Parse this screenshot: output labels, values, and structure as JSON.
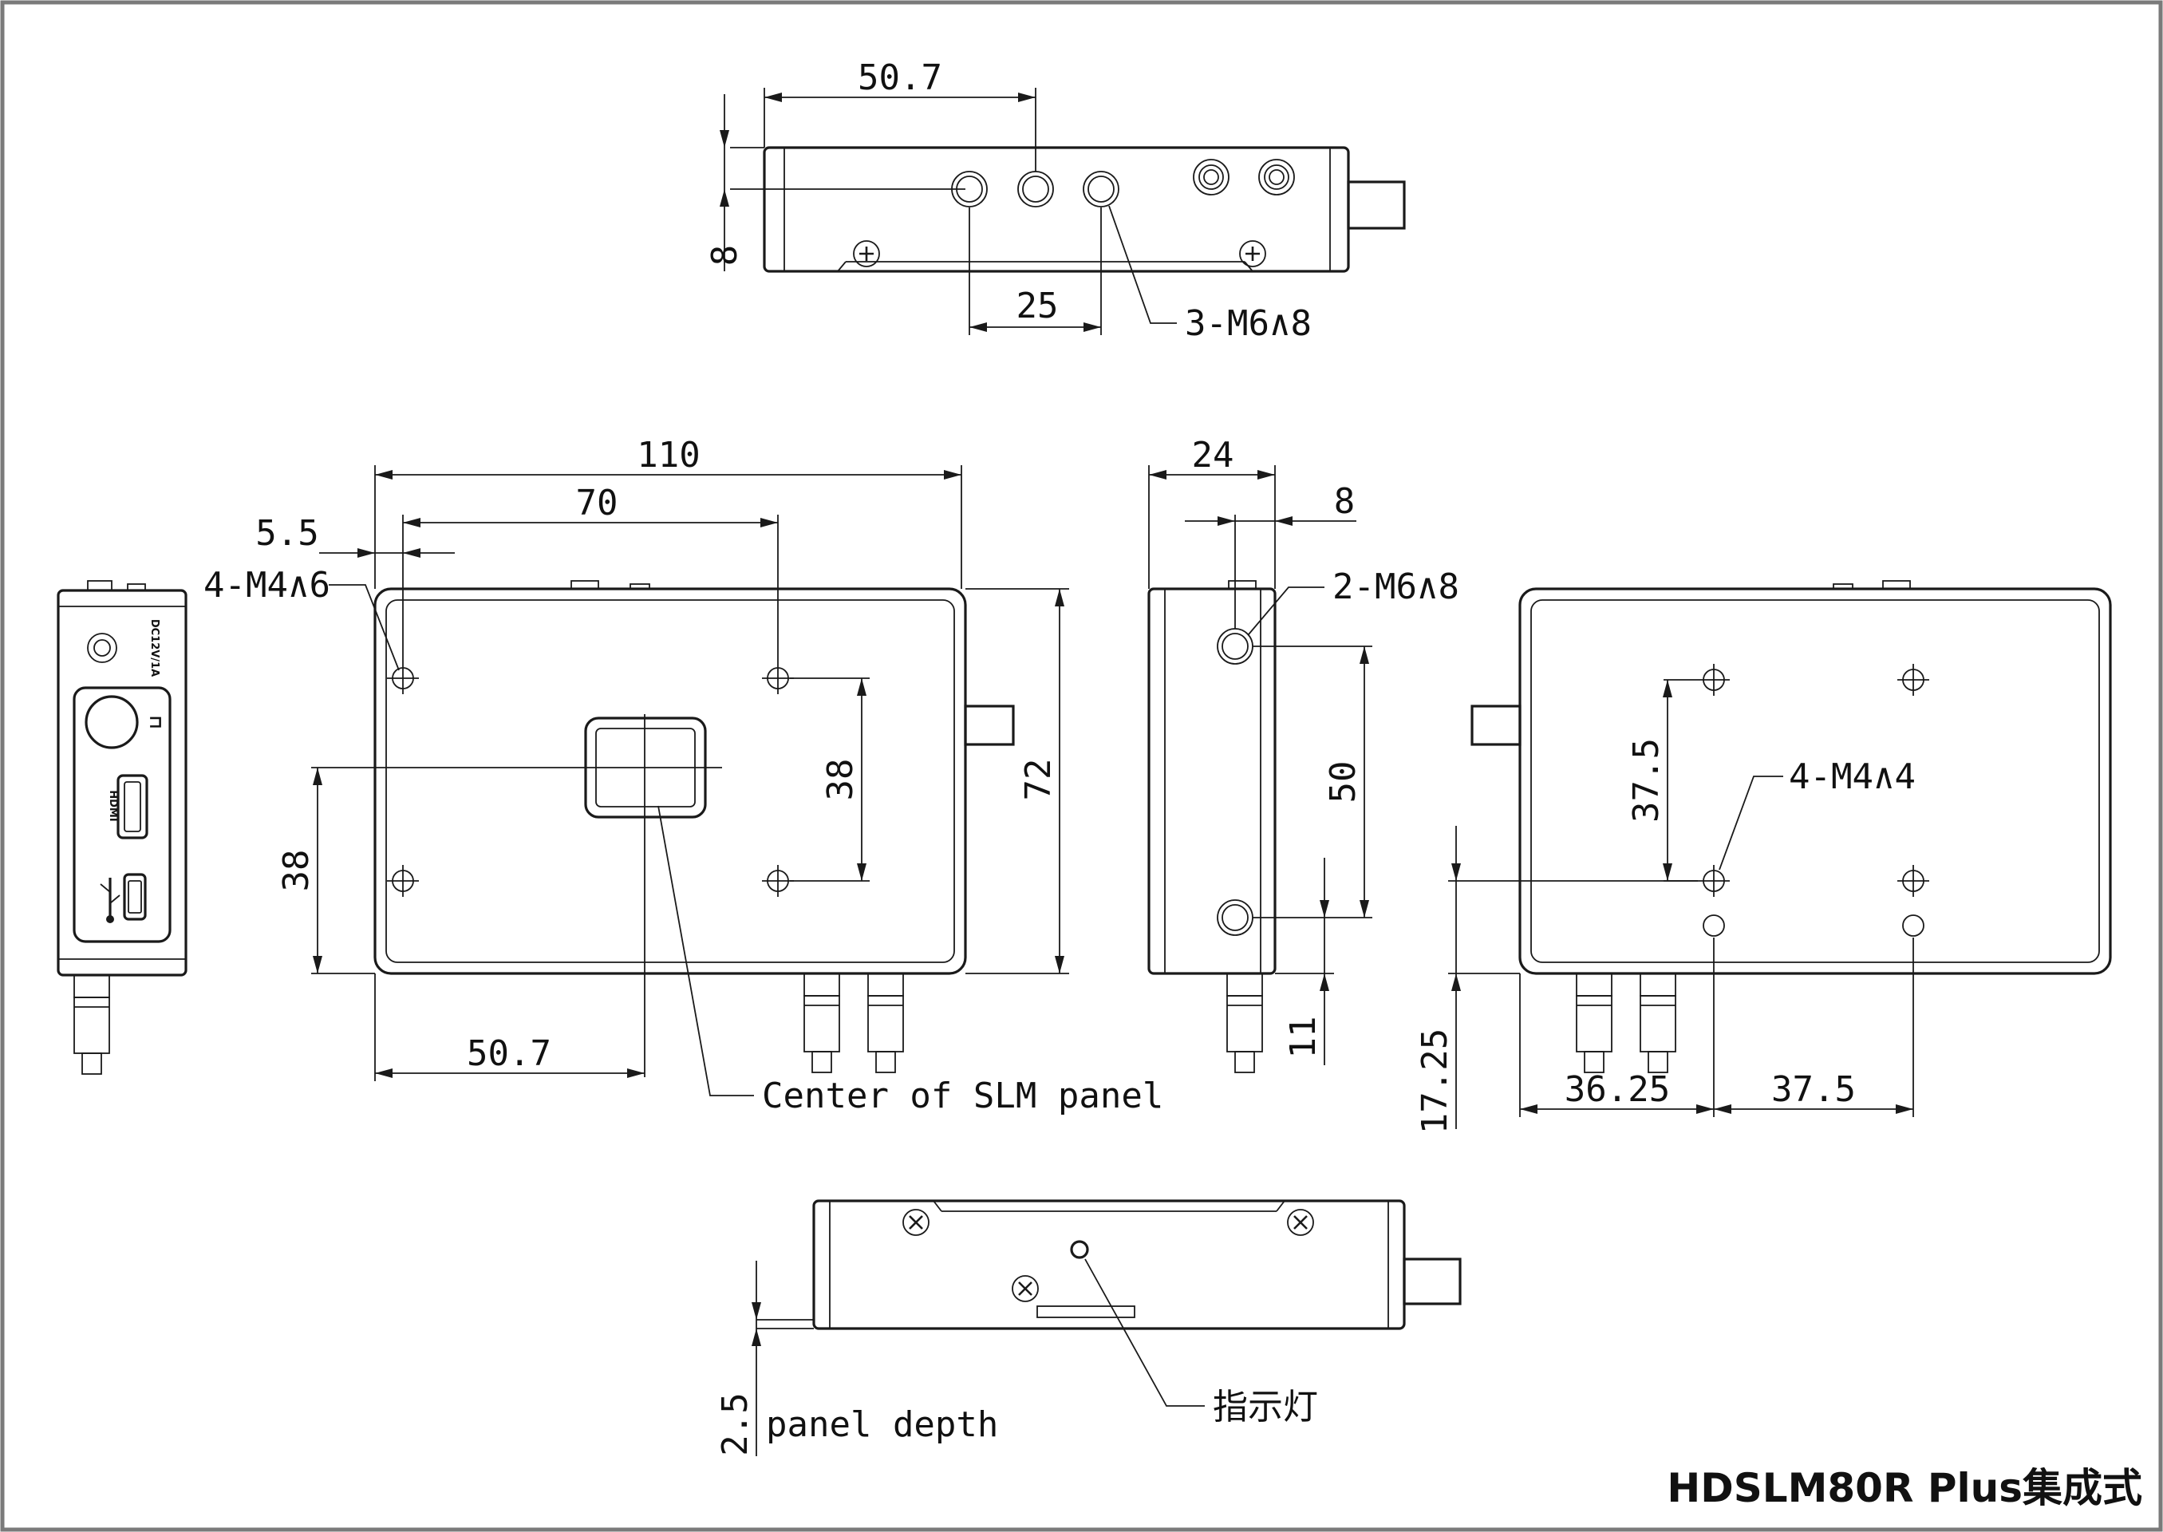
{
  "title": "HDSLM80R Plus集成式",
  "top_view": {
    "dim_width": "50.7",
    "dim_spacing": "25",
    "dim_height": "8",
    "hole_callout": "3-M6∧8"
  },
  "front_view": {
    "dim_overall_width": "110",
    "dim_hole_spacing_x": "70",
    "dim_edge_offset": "5.5",
    "hole_callout": "4-M4∧6",
    "dim_hole_spacing_y": "38",
    "dim_center_y": "38",
    "dim_overall_height": "72",
    "dim_center_x": "50.7",
    "center_label": "Center of SLM panel"
  },
  "left_end_view": {
    "power_label": "DC12V/1A",
    "hdmi_label": "HDMI"
  },
  "side_view": {
    "dim_depth": "24",
    "dim_hole_offset": "8",
    "hole_callout": "2-M6∧8",
    "dim_hole_spacing": "50",
    "dim_bottom_offset": "11"
  },
  "back_view": {
    "dim_hole_spacing_y": "37.5",
    "hole_callout": "4-M4∧4",
    "dim_bottom_offset": "17.25",
    "dim_left_offset": "36.25",
    "dim_hole_spacing_x": "37.5"
  },
  "bottom_view": {
    "dim_panel_depth": "2.5",
    "panel_depth_label": "panel depth",
    "indicator_label": "指示灯"
  }
}
